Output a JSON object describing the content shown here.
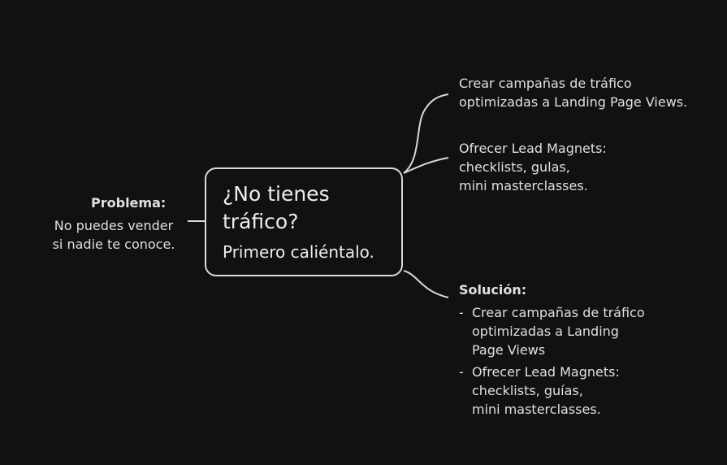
{
  "center": {
    "question_line1": "¿No tienes",
    "question_line2": "tráfico?",
    "subtitle": "Primero caliéntalo."
  },
  "problem": {
    "title": "Problema:",
    "line1": "No puedes vender",
    "line2": "si nadie te conoce."
  },
  "branches": [
    {
      "line1": "Crear campañas de tráfico",
      "line2": "optimizadas a Landing Page Views."
    },
    {
      "line1": "Ofrecer Lead Magnets:",
      "line2": "checklists, gulas,",
      "line3": "mini masterclasses."
    }
  ],
  "solution": {
    "title": "Solución:",
    "bullet": "-",
    "items": [
      {
        "line1": "Crear campañas de tráfico",
        "line2": "optimizadas a Landing",
        "line3": "Page Views"
      },
      {
        "line1": "Ofrecer Lead Magnets:",
        "line2": "checklists, guías,",
        "line3": "mini masterclasses."
      }
    ]
  },
  "colors": {
    "background": "#111111",
    "lines": "#d9d9d9",
    "text": "#e0e0e0"
  }
}
